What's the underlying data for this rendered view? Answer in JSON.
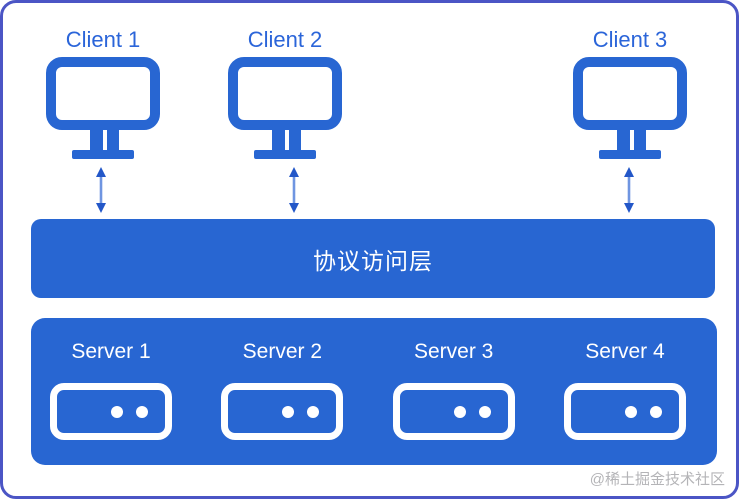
{
  "diagram": {
    "title": "client-server protocol access architecture",
    "clients": [
      {
        "label": "Client 1"
      },
      {
        "label": "Client 2"
      },
      {
        "label": "Client 3"
      }
    ],
    "protocol_layer": {
      "label": "协议访问层"
    },
    "servers": [
      {
        "label": "Server 1"
      },
      {
        "label": "Server 2"
      },
      {
        "label": "Server 3"
      },
      {
        "label": "Server 4"
      }
    ],
    "watermark": "@稀土掘金技术社区",
    "colors": {
      "primary_blue": "#2866d2",
      "client_label_blue": "#2b65d9",
      "arrow_shaft_blue": "#6f95e1",
      "arrow_head_blue": "#2357c8",
      "card_border_indigo": "#4b55c5",
      "watermark_gray": "#b4b4b7"
    }
  }
}
